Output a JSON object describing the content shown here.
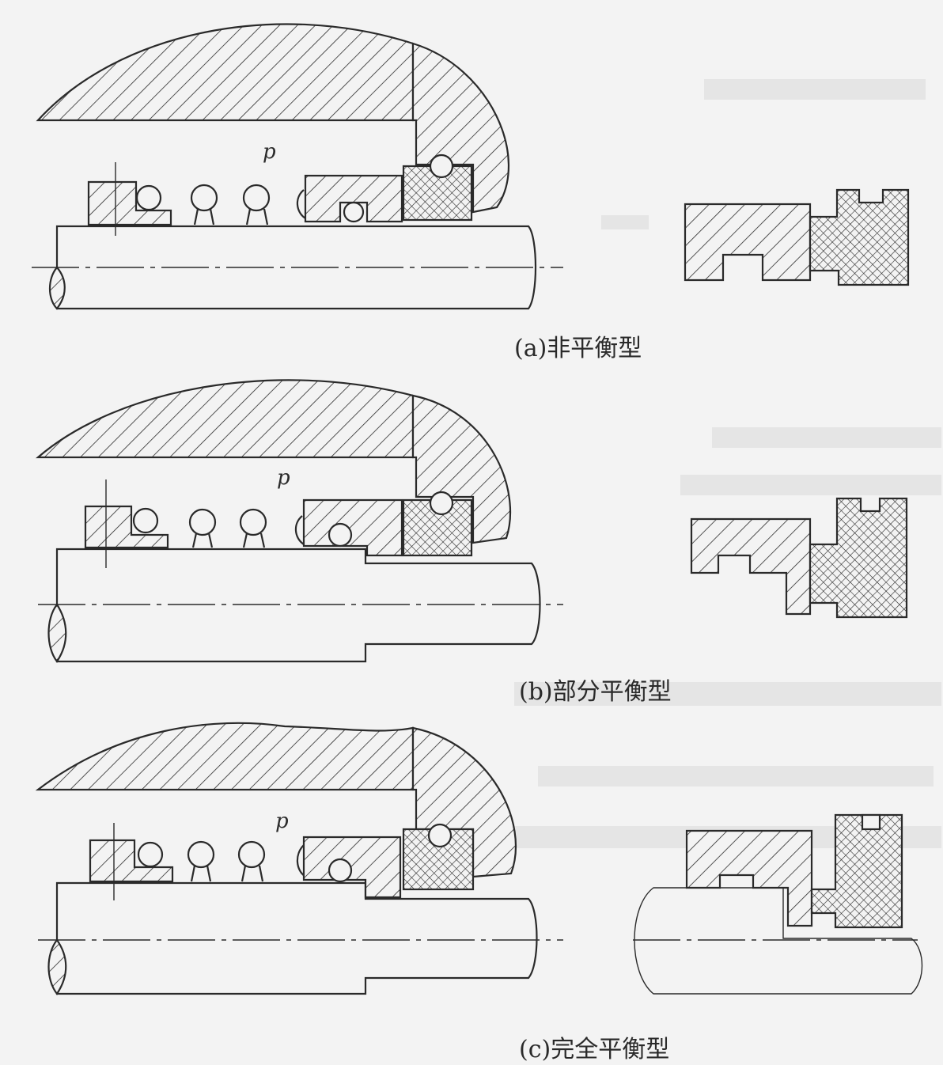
{
  "figure": {
    "panels": [
      {
        "id": "a",
        "caption": "(a)非平衡型",
        "pressure_label": "p"
      },
      {
        "id": "b",
        "caption": "(b)部分平衡型",
        "pressure_label": "p"
      },
      {
        "id": "c",
        "caption": "(c)完全平衡型",
        "pressure_label": "p"
      }
    ]
  },
  "colors": {
    "ink": "#2a2a2a",
    "paper": "#f3f3f3"
  }
}
